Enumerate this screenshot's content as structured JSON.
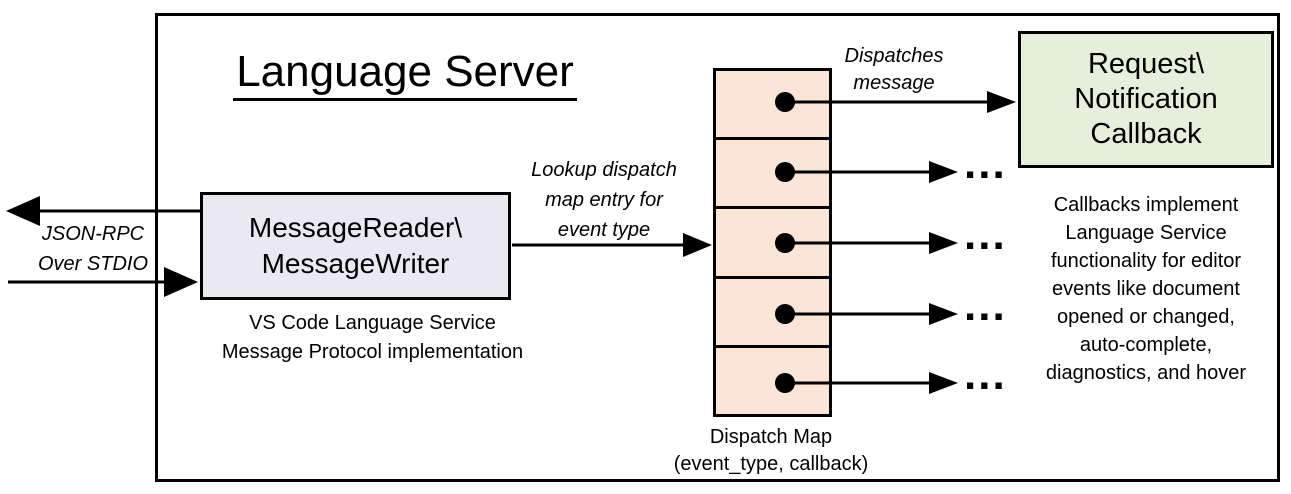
{
  "colors": {
    "ink": "#000000",
    "reader-fill": "#eae9f1",
    "dispatch-fill": "#fbe5d6",
    "callback-fill": "#e5efdc"
  },
  "diagram": {
    "title": "Language Server",
    "stdio_label": {
      "line1": "JSON-RPC",
      "line2": "Over STDIO"
    },
    "reader_box": {
      "line1": "MessageReader\\",
      "line2": "MessageWriter"
    },
    "reader_caption": {
      "line1": "VS Code Language Service",
      "line2": "Message Protocol implementation"
    },
    "lookup_label": {
      "line1": "Lookup dispatch",
      "line2": "map entry for",
      "line3": "event type"
    },
    "dispatches_label": {
      "line1": "Dispatches",
      "line2": "message"
    },
    "callback_box": {
      "line1": "Request\\",
      "line2": "Notification",
      "line3": "Callback"
    },
    "dispatch_caption": {
      "line1": "Dispatch Map",
      "line2": "(event_type, callback)"
    },
    "ellipsis": "...",
    "callbacks_note": {
      "line1": "Callbacks implement",
      "line2": "Language Service",
      "line3": "functionality for editor",
      "line4": "events like document",
      "line5": "opened or changed,",
      "line6": "auto-complete,",
      "line7": "diagnostics, and hover"
    }
  }
}
